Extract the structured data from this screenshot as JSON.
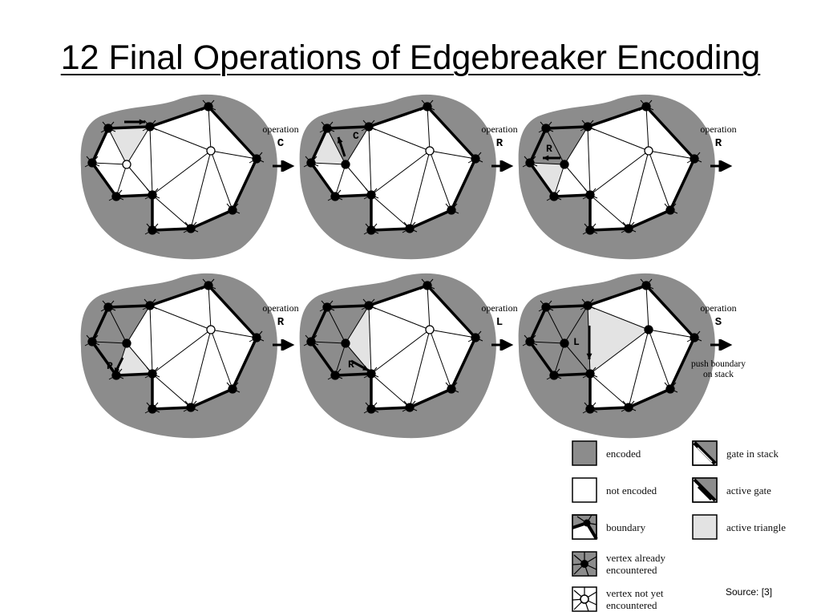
{
  "title": "12 Final Operations of Edgebreaker Encoding",
  "steps": [
    {
      "operation": "operation",
      "letter": "C",
      "triangle_label": "",
      "note": ""
    },
    {
      "operation": "operation",
      "letter": "R",
      "triangle_label": "C",
      "note": ""
    },
    {
      "operation": "operation",
      "letter": "R",
      "triangle_label": "R",
      "note": ""
    },
    {
      "operation": "operation",
      "letter": "R",
      "triangle_label": "R",
      "note": ""
    },
    {
      "operation": "operation",
      "letter": "L",
      "triangle_label": "R",
      "note": ""
    },
    {
      "operation": "operation",
      "letter": "S",
      "triangle_label": "L",
      "note": "push boundary on stack"
    }
  ],
  "legend": {
    "encoded": "encoded",
    "not_encoded": "not encoded",
    "boundary": "boundary",
    "vertex_encountered": "vertex already encountered",
    "vertex_not_encountered": "vertex not yet encountered",
    "gate_in_stack": "gate in stack",
    "active_gate": "active gate",
    "active_triangle": "active triangle"
  },
  "colors": {
    "encoded": "#8c8c8c",
    "active_triangle": "#e3e3e3",
    "ink": "#000000"
  },
  "source": "Source: [3]"
}
